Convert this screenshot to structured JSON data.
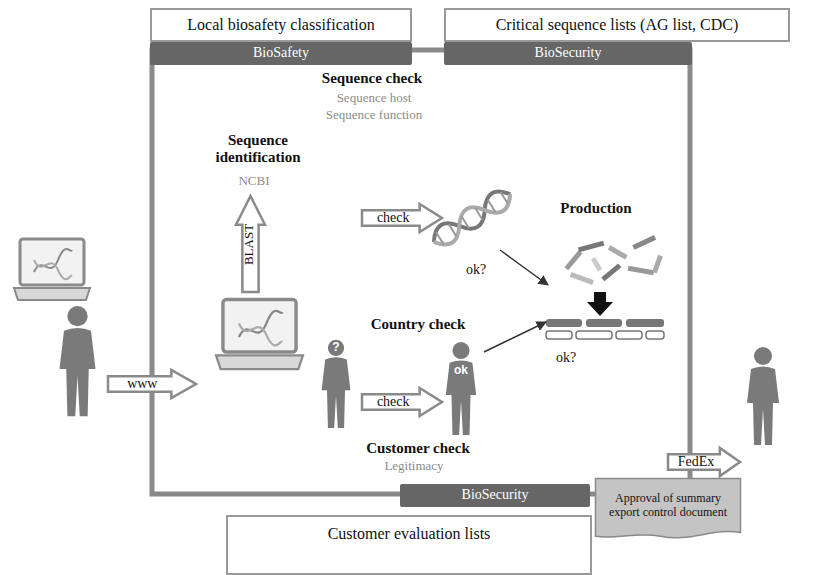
{
  "diagram": {
    "nodes": [
      {
        "text": [
          "Local biosafety classification"
        ]
      },
      {
        "text": [
          "BioSafety"
        ]
      },
      {
        "text": [
          "Critical sequence lists (AG list, CDC)"
        ]
      },
      {
        "text": [
          "BioSecurity"
        ]
      },
      {
        "text": [
          "check"
        ]
      },
      {
        "text": [
          "www"
        ]
      },
      {
        "text": [
          "BLAST"
        ]
      },
      {
        "text": [
          "check"
        ]
      },
      {
        "text": [
          "FedEx"
        ]
      },
      {
        "text": [
          "Approval of summary export control document"
        ]
      },
      {
        "text": [
          "BioSecurity"
        ]
      },
      {
        "text": [
          "Customer evaluation lists"
        ]
      }
    ],
    "labels": [
      "Sequence check",
      "Sequence host",
      "Sequence function",
      "Sequence identification",
      "NCBI",
      "Production",
      "ok?",
      "Country check",
      "?",
      "ok",
      "ok?",
      "Customer check",
      "Legitimacy"
    ]
  }
}
